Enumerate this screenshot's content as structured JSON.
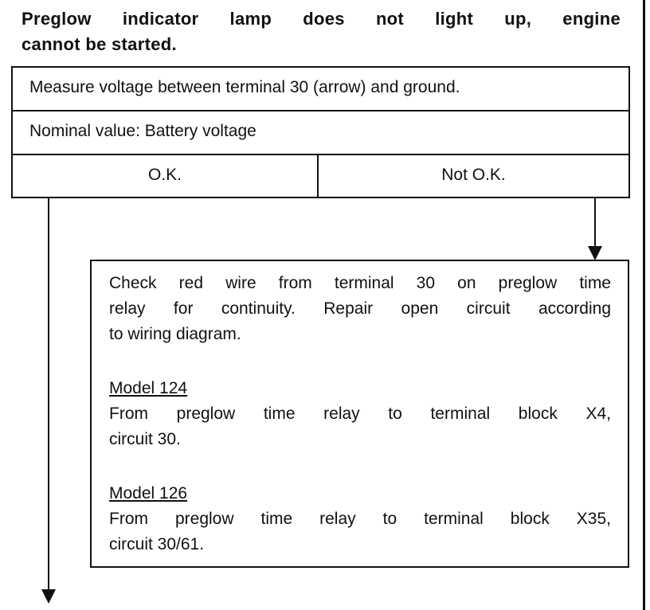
{
  "heading": {
    "line1": "Preglow indicator lamp does not light up, engine",
    "line2": "cannot be started."
  },
  "test_box": {
    "instruction": "Measure voltage between terminal 30 (arrow) and ground.",
    "nominal": "Nominal value: Battery voltage",
    "ok_label": "O.K.",
    "not_ok_label": "Not O.K."
  },
  "remedy": {
    "intro_line1": "Check red wire from terminal 30 on preglow time",
    "intro_line2": "relay for continuity. Repair open circuit according",
    "intro_line3": "to wiring diagram.",
    "model1_title": "Model 124",
    "model1_line1": "From preglow time relay to terminal block X4,",
    "model1_line2": "circuit 30.",
    "model2_title": "Model 126",
    "model2_line1": "From preglow time relay to terminal block X35,",
    "model2_line2": "circuit 30/61."
  }
}
